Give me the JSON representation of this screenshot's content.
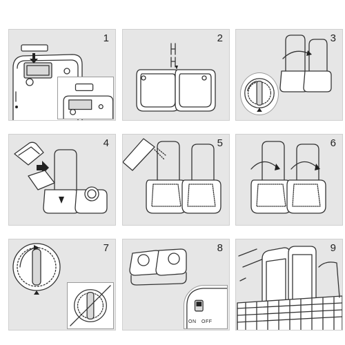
{
  "steps": [
    {
      "number": "1",
      "illustration": "battery-compartment"
    },
    {
      "number": "2",
      "illustration": "two-trays-clipped"
    },
    {
      "number": "3",
      "illustration": "hinged-lids-and-dial"
    },
    {
      "number": "4",
      "illustration": "ice-pack-insertion"
    },
    {
      "number": "5",
      "illustration": "filling-food-bowls"
    },
    {
      "number": "6",
      "illustration": "closing-lids"
    },
    {
      "number": "7",
      "illustration": "setting-timer-dial"
    },
    {
      "number": "8",
      "illustration": "switching-on"
    },
    {
      "number": "9",
      "illustration": "dishwasher-rack"
    }
  ],
  "switch_labels": {
    "on": "ON",
    "off": "OFF"
  },
  "colors": {
    "panel": "#e6e6e6",
    "line": "#333333",
    "page": "#ffffff"
  }
}
